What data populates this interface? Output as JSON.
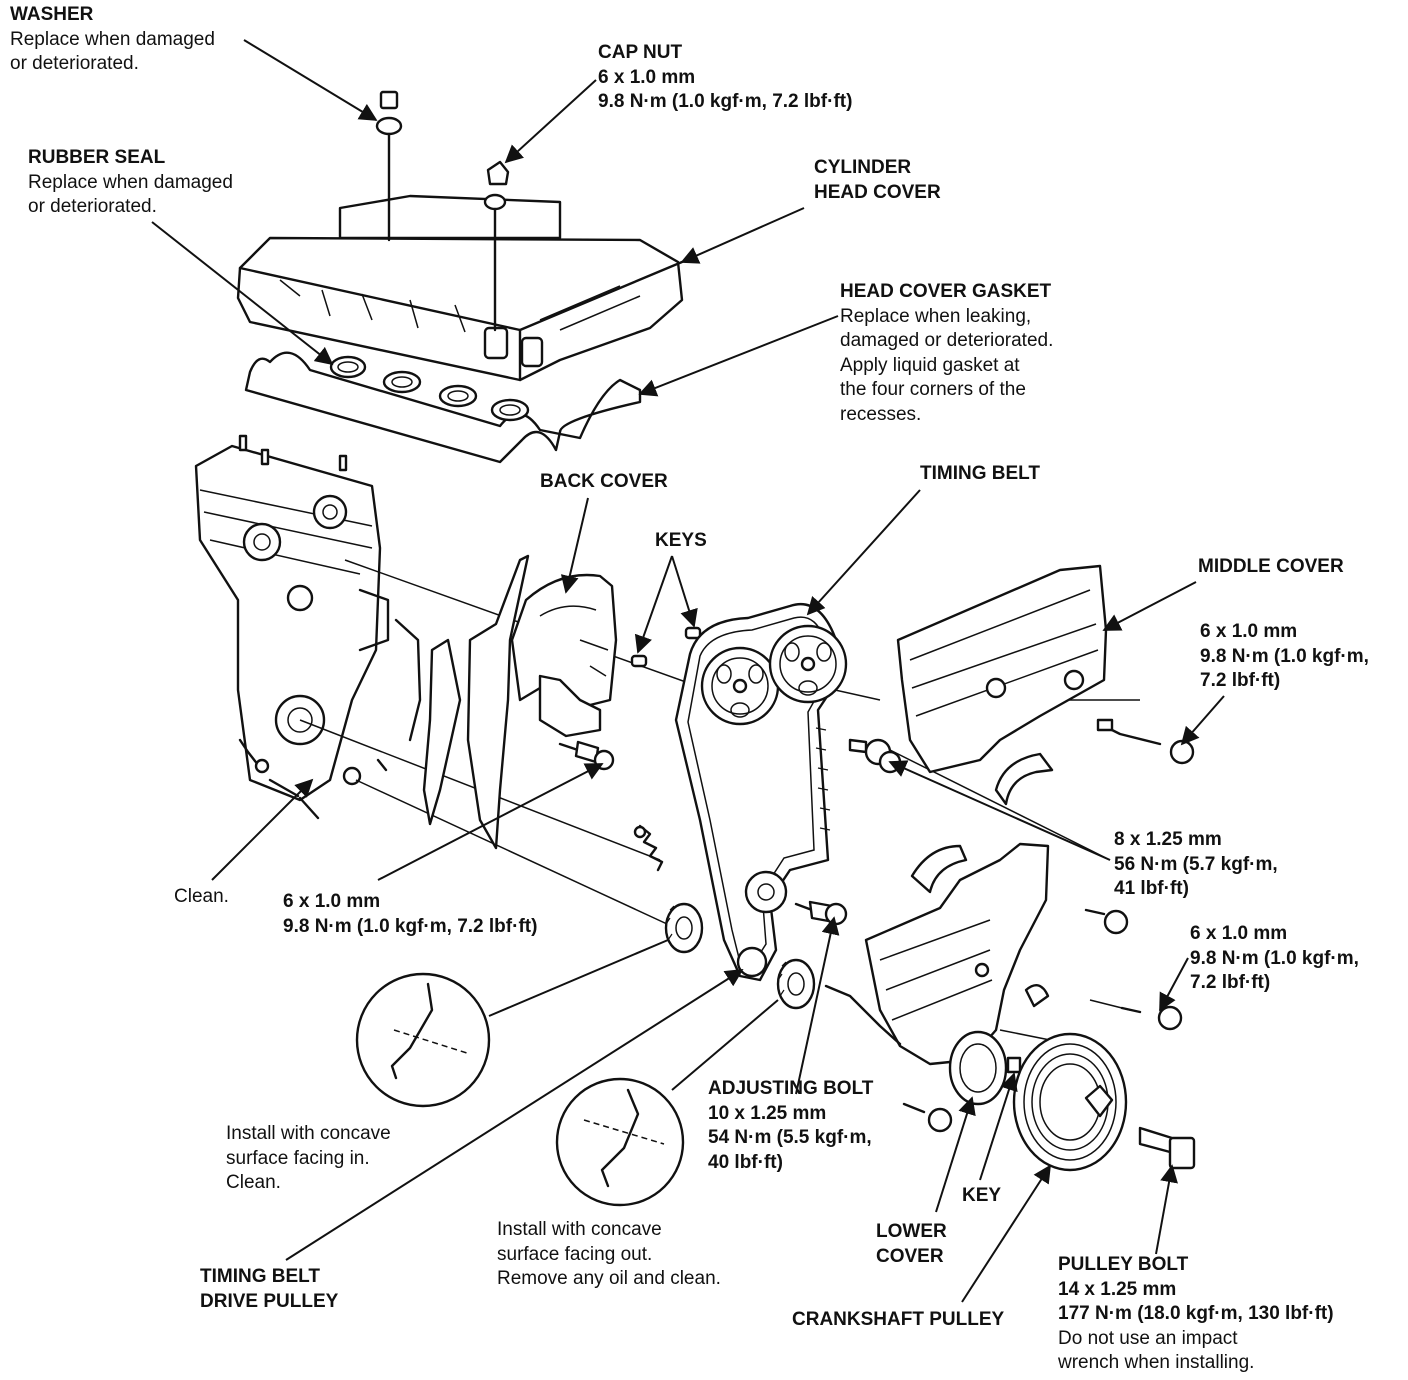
{
  "labels": {
    "washer": {
      "title": "WASHER",
      "lines": [
        "Replace when damaged",
        "or deteriorated."
      ]
    },
    "cap_nut": {
      "title": "CAP NUT",
      "lines": [
        "6 x 1.0 mm",
        "9.8 N·m (1.0 kgf·m, 7.2 lbf·ft)"
      ]
    },
    "rubber_seal": {
      "title": "RUBBER SEAL",
      "lines": [
        "Replace when damaged",
        "or deteriorated."
      ]
    },
    "cylinder_head_cover": {
      "title": "CYLINDER",
      "title2": "HEAD COVER"
    },
    "head_cover_gasket": {
      "title": "HEAD COVER GASKET",
      "lines": [
        "Replace when leaking,",
        "damaged or deteriorated.",
        "Apply liquid gasket at",
        "the four corners of the",
        "recesses."
      ]
    },
    "back_cover": {
      "title": "BACK COVER"
    },
    "timing_belt": {
      "title": "TIMING BELT"
    },
    "keys": {
      "title": "KEYS"
    },
    "middle_cover": {
      "title": "MIDDLE COVER"
    },
    "bolt_middle_cover": {
      "lines": [
        "6 x 1.0 mm",
        "9.8 N·m (1.0 kgf·m,",
        "7.2 lbf·ft)"
      ]
    },
    "bolt_8x125": {
      "lines": [
        "8 x 1.25 mm",
        "56 N·m (5.7 kgf·m,",
        "41 lbf·ft)"
      ]
    },
    "bolt_lower_right": {
      "lines": [
        "6 x 1.0 mm",
        "9.8 N·m (1.0 kgf·m,",
        "7.2 lbf·ft)"
      ]
    },
    "clean": {
      "lines": [
        "Clean."
      ]
    },
    "bolt_back_cover": {
      "lines": [
        "6 x 1.0 mm",
        "9.8 N·m (1.0 kgf·m, 7.2 lbf·ft)"
      ]
    },
    "adjusting_bolt": {
      "title": "ADJUSTING BOLT",
      "lines": [
        "10 x 1.25 mm",
        "54 N·m (5.5 kgf·m,",
        "40 lbf·ft)"
      ]
    },
    "concave_in": {
      "lines": [
        "Install with concave",
        "surface facing in.",
        "Clean."
      ]
    },
    "concave_out": {
      "lines": [
        "Install with concave",
        "surface facing out.",
        "Remove any oil and clean."
      ]
    },
    "key": {
      "title": "KEY"
    },
    "lower_cover": {
      "title": "LOWER",
      "title2": "COVER"
    },
    "timing_belt_drive_pulley": {
      "title": "TIMING BELT",
      "title2": "DRIVE PULLEY"
    },
    "crankshaft_pulley": {
      "title": "CRANKSHAFT PULLEY"
    },
    "pulley_bolt": {
      "title": "PULLEY BOLT",
      "lines": [
        "14 x 1.25 mm",
        "177 N·m (18.0 kgf·m, 130 lbf·ft)",
        "Do not use an impact",
        "wrench when installing."
      ]
    }
  }
}
